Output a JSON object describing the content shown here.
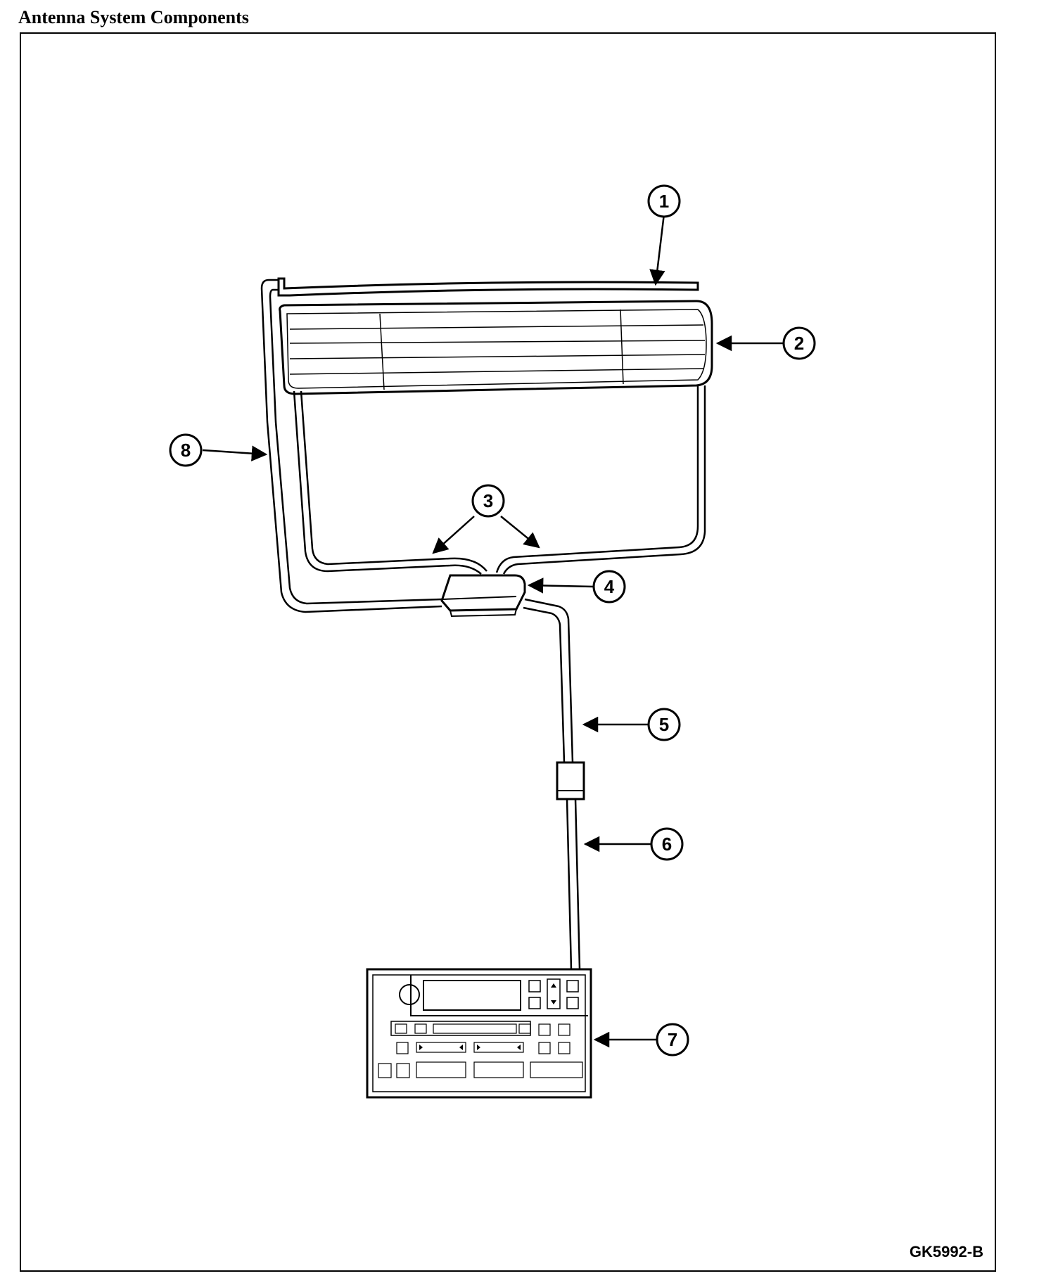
{
  "title": "Antenna System Components",
  "figure_code": "GK5992-B",
  "callouts": [
    "1",
    "2",
    "3",
    "4",
    "5",
    "6",
    "7",
    "8"
  ]
}
